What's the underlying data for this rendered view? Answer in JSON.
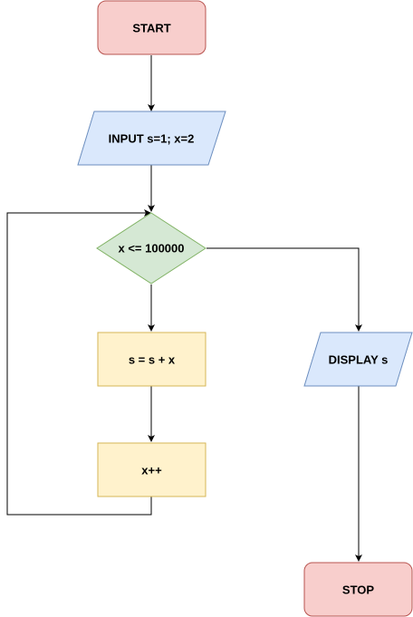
{
  "colors": {
    "terminal_fill": "#f8cecc",
    "terminal_stroke": "#b85450",
    "io_fill": "#dae8fc",
    "io_stroke": "#6c8ebf",
    "decision_fill": "#d5e8d4",
    "decision_stroke": "#82b366",
    "process_fill": "#fff2cc",
    "process_stroke": "#d6b656",
    "edge": "#000000"
  },
  "nodes": {
    "start": {
      "label": "START",
      "shape": "rounded-rectangle"
    },
    "input": {
      "label": "INPUT s=1; x=2",
      "shape": "parallelogram"
    },
    "condition": {
      "label": "x <= 100000",
      "shape": "diamond"
    },
    "add": {
      "label": "s = s + x",
      "shape": "rectangle"
    },
    "increment": {
      "label": "x++",
      "shape": "rectangle"
    },
    "display": {
      "label": "DISPLAY s",
      "shape": "parallelogram"
    },
    "stop": {
      "label": "STOP",
      "shape": "rounded-rectangle"
    }
  },
  "edges": [
    {
      "from": "start",
      "to": "input"
    },
    {
      "from": "input",
      "to": "condition"
    },
    {
      "from": "condition",
      "to": "add"
    },
    {
      "from": "add",
      "to": "increment"
    },
    {
      "from": "increment",
      "to": "condition"
    },
    {
      "from": "condition",
      "to": "display"
    },
    {
      "from": "display",
      "to": "stop"
    }
  ]
}
